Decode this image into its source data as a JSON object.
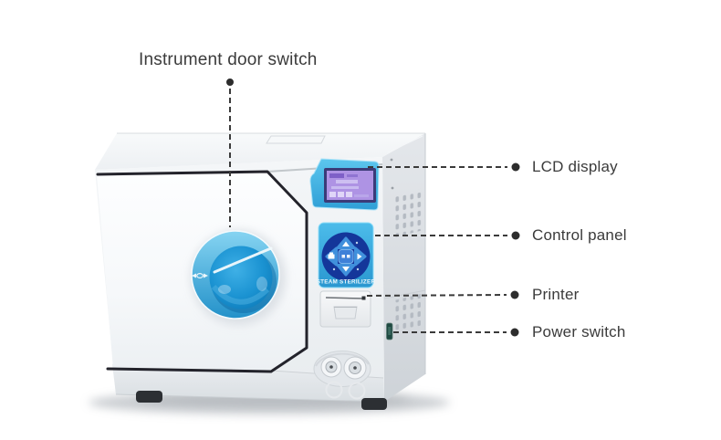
{
  "callouts": {
    "door_switch": {
      "label": "Instrument door switch"
    },
    "lcd": {
      "label": "LCD display"
    },
    "control": {
      "label": "Control panel"
    },
    "printer": {
      "label": "Printer"
    },
    "power": {
      "label": "Power switch"
    }
  },
  "device": {
    "panel_text": "STEAM STERILIZER",
    "colors": {
      "accent_blue": "#35a8dc",
      "knob_blue": "#1b93d2",
      "pad_navy": "#14369a",
      "lcd_screen_purple": "#ae93e4",
      "label_text": "#3b3b3b",
      "outline_dark": "#23232b"
    }
  }
}
